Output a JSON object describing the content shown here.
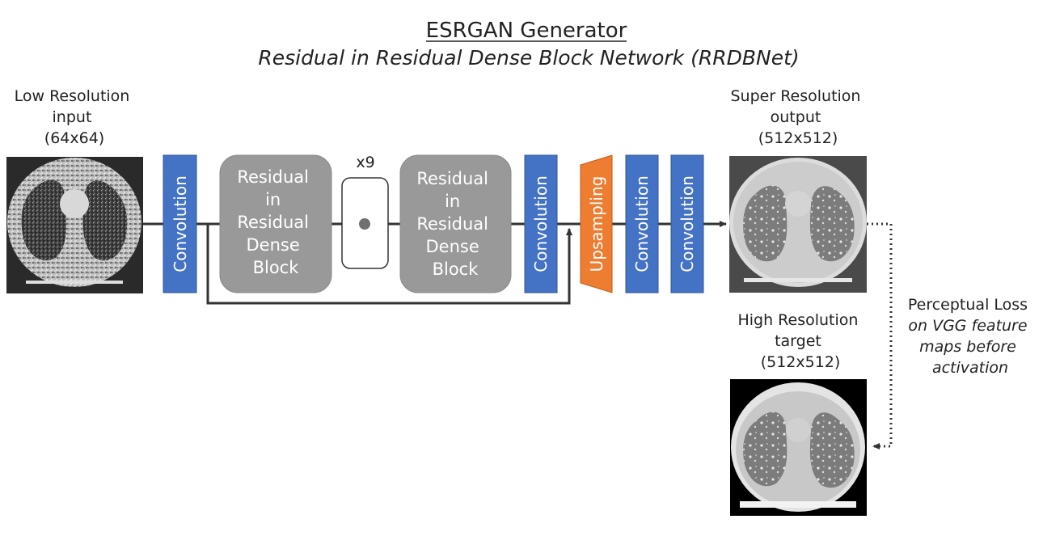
{
  "title": "ESRGAN Generator",
  "subtitle": "Residual in Residual Dense Block Network (RRDBNet)",
  "input": {
    "lines": [
      "Low Resolution",
      "input",
      "(64x64)"
    ]
  },
  "output": {
    "lines": [
      "Super Resolution",
      "output",
      "(512x512)"
    ]
  },
  "target": {
    "lines": [
      "High Resolution",
      "target",
      "(512x512)"
    ]
  },
  "loss": {
    "line1": "Perceptual Loss",
    "italic_lines": [
      "on VGG feature",
      "maps before",
      "activation"
    ]
  },
  "blocks": {
    "conv_label": "Convolution",
    "rrdb_lines": [
      "Residual",
      "in",
      "Residual",
      "Dense",
      "Block"
    ],
    "repeat_label": "x9",
    "upsampling_label": "Upsampling"
  },
  "colors": {
    "conv_blue": "#4472c4",
    "rrdb_gray": "#999999",
    "upsampling_orange": "#ed7d31",
    "arrow": "#333333"
  },
  "icons": {
    "input_image": "ct-lung-scan-low-res",
    "output_image": "ct-lung-scan-super-res",
    "target_image": "ct-lung-scan-high-res",
    "repeat_dot": "dot-icon"
  }
}
